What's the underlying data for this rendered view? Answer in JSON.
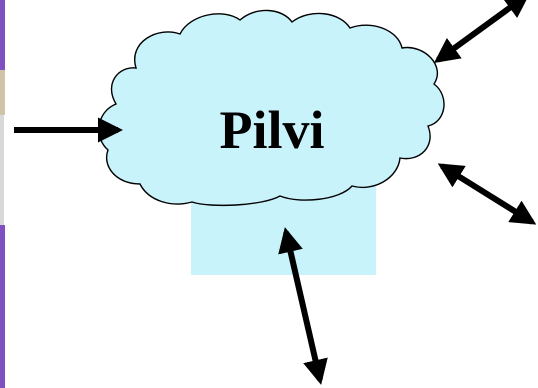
{
  "diagram": {
    "cloud_label": "Pilvi",
    "colors": {
      "cloud_fill": "#c9f3fb",
      "outline": "#000000",
      "left_edge_accent": "#7e50c2",
      "left_edge_tan": "#cfc4a6",
      "left_edge_grey": "#d9d9d9"
    },
    "arrows": [
      {
        "name": "arrow-left-in",
        "style": "single-head"
      },
      {
        "name": "arrow-top-right",
        "style": "double-head"
      },
      {
        "name": "arrow-bottom-right",
        "style": "double-head"
      },
      {
        "name": "arrow-bottom",
        "style": "double-head"
      }
    ]
  }
}
